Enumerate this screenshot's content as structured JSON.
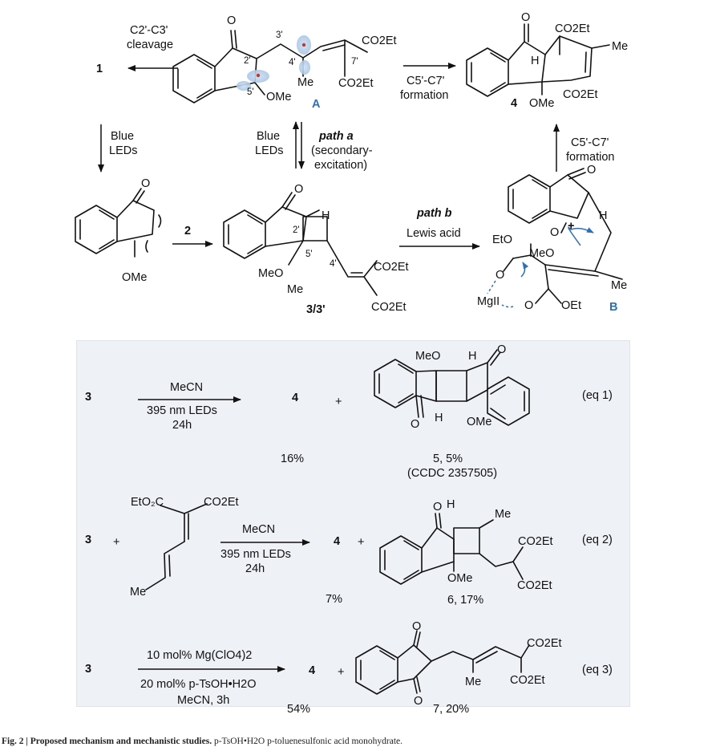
{
  "caption": {
    "fig_label": "Fig. 2",
    "title": "Proposed mechanism and mechanistic studies.",
    "note": "p-TsOH•H2O p-toluenesulfonic acid monohydrate."
  },
  "top": {
    "cleavage_label_1": "C2'-C3'",
    "cleavage_label_2": "cleavage",
    "product_1": "1",
    "formation_1a": "C5'-C7'",
    "formation_1b": "formation",
    "formation_2a": "C5'-C7'",
    "formation_2b": "formation",
    "product_4": "4",
    "intermediate_A": "A",
    "intermediate_B": "B",
    "blue_leds_1a": "Blue",
    "blue_leds_1b": "LEDs",
    "blue_leds_2a": "Blue",
    "blue_leds_2b": "LEDs",
    "path_a": "path a",
    "path_a_note1": "(secondary-",
    "path_a_note2": "excitation)",
    "path_b": "path b",
    "lewis_acid": "Lewis acid",
    "reagent_2": "2",
    "product_33": "3/3'",
    "ome": "OMe",
    "meo": "MeO",
    "eto": "EtO",
    "me": "Me",
    "h": "H",
    "o": "O",
    "co2et": "CO2Et",
    "mg": "MgII",
    "oet": "OEt",
    "plus_charge": "+",
    "pos_2p": "2'",
    "pos_3p": "3'",
    "pos_4p": "4'",
    "pos_5p": "5'",
    "pos_7p": "7'"
  },
  "eq1": {
    "sm": "3",
    "solvent": "MeCN",
    "light": "395 nm LEDs",
    "time": "24h",
    "prod_4": "4",
    "plus": "+",
    "yield_4": "16%",
    "prod_5": "5, 5%",
    "ccdc": "(CCDC 2357505)",
    "label": "(eq 1)"
  },
  "eq2": {
    "sm": "3",
    "plus1": "+",
    "solvent": "MeCN",
    "light": "395 nm LEDs",
    "time": "24h",
    "prod_4": "4",
    "plus2": "+",
    "yield_4": "7%",
    "prod_6": "6, 17%",
    "label": "(eq 2)"
  },
  "eq3": {
    "sm": "3",
    "cat1": "10 mol% Mg(ClO4)2",
    "cat2": "20 mol% p-TsOH•H2O",
    "cond": "MeCN, 3h",
    "prod_4": "4",
    "plus": "+",
    "yield_4": "54%",
    "prod_7": "7, 20%",
    "label": "(eq 3)"
  }
}
